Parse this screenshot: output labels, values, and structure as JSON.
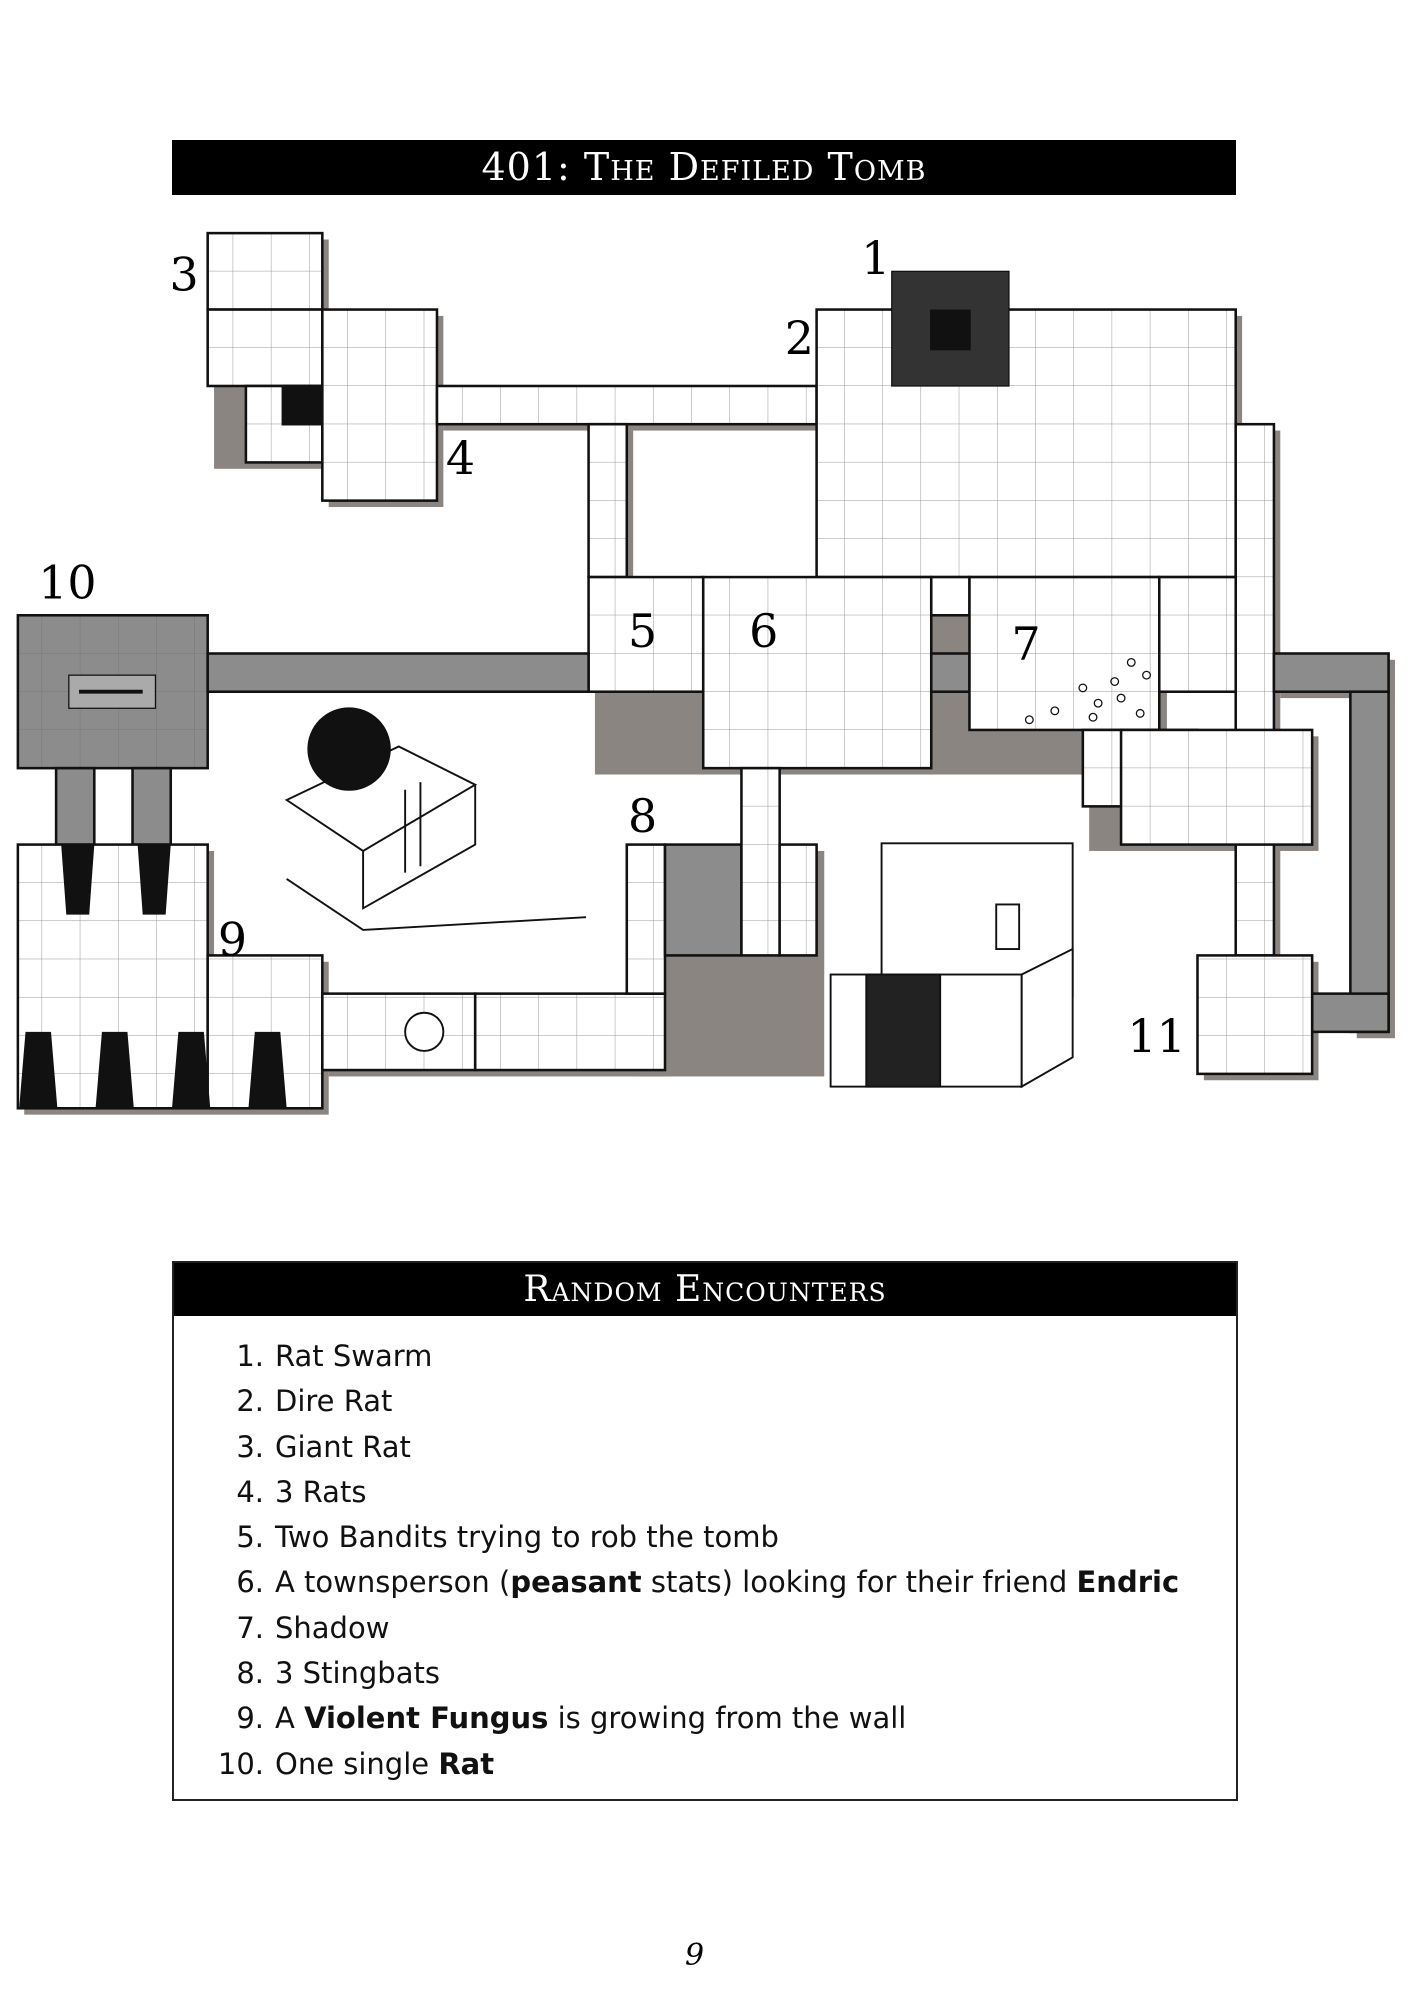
{
  "title": "401: The Defiled Tomb",
  "map": {
    "room_labels": [
      "1",
      "2",
      "3",
      "4",
      "5",
      "6",
      "7",
      "8",
      "9",
      "10",
      "11"
    ]
  },
  "encounters": {
    "title": "Random Encounters",
    "items": [
      {
        "num": "1.",
        "parts": [
          "Rat Swarm"
        ]
      },
      {
        "num": "2.",
        "parts": [
          "Dire Rat"
        ]
      },
      {
        "num": "3.",
        "parts": [
          "Giant Rat"
        ]
      },
      {
        "num": "4.",
        "parts": [
          "3 Rats"
        ]
      },
      {
        "num": "5.",
        "parts": [
          "Two Bandits trying to rob the tomb"
        ]
      },
      {
        "num": "6.",
        "parts": [
          "A townsperson (",
          "peasant",
          " stats) looking for their friend ",
          "Endric"
        ]
      },
      {
        "num": "7.",
        "parts": [
          "Shadow"
        ]
      },
      {
        "num": "8.",
        "parts": [
          "3 Stingbats"
        ]
      },
      {
        "num": "9.",
        "parts": [
          "A ",
          "Violent Fungus",
          " is growing from the wall"
        ]
      },
      {
        "num": "10.",
        "parts": [
          "One single ",
          "Rat"
        ]
      }
    ]
  },
  "page_number": "9",
  "colors": {
    "wall_shadow": "#8a8580",
    "dark_room": "#8c8c8c",
    "banner": "#000000"
  }
}
